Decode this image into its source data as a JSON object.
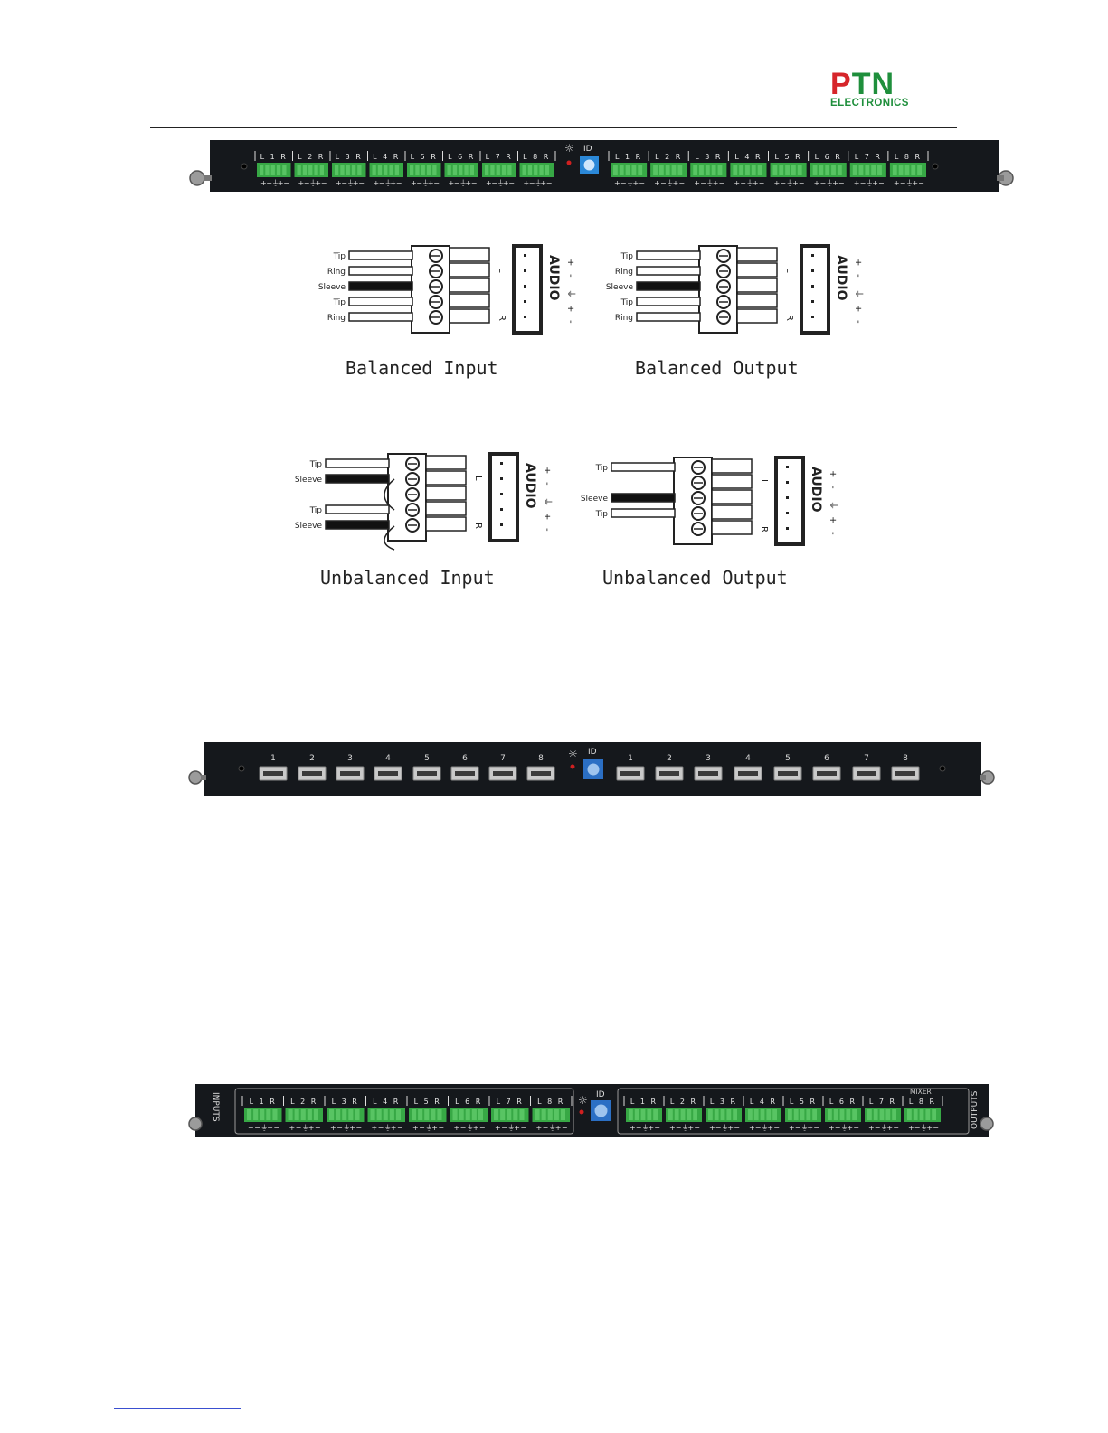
{
  "brand": {
    "logo_main": "PTN",
    "logo_sub": "ELECTRONICS",
    "color_green": "#1f8f3c",
    "color_red": "#d6252a"
  },
  "panel1": {
    "indicator": "ID",
    "channels": [
      "L1R",
      "L2R",
      "L3R",
      "L4R",
      "L5R",
      "L6R",
      "L7R",
      "L8R"
    ]
  },
  "diagrams": {
    "balanced_input": {
      "title": "Balanced Input",
      "wires": [
        "Tip",
        "Ring",
        "Sleeve",
        "Tip",
        "Ring"
      ],
      "side_marks": [
        "L",
        "R"
      ],
      "connector_label": "AUDIO",
      "pin_marks": [
        "+",
        "-",
        "⏚",
        "+",
        "-"
      ]
    },
    "balanced_output": {
      "title": "Balanced Output",
      "wires": [
        "Tip",
        "Ring",
        "Sleeve",
        "Tip",
        "Ring"
      ],
      "side_marks": [
        "L",
        "R"
      ],
      "connector_label": "AUDIO",
      "pin_marks": [
        "+",
        "-",
        "⏚",
        "+",
        "-"
      ]
    },
    "unbalanced_input": {
      "title": "Unbalanced Input",
      "wires": [
        "Tip",
        "Sleeve",
        "Tip",
        "Sleeve"
      ],
      "side_marks": [
        "L",
        "R"
      ],
      "connector_label": "AUDIO",
      "pin_marks": [
        "+",
        "-",
        "⏚",
        "+",
        "-"
      ]
    },
    "unbalanced_output": {
      "title": "Unbalanced Output",
      "wires": [
        "Tip",
        "Sleeve",
        "Tip"
      ],
      "side_marks": [
        "L",
        "R"
      ],
      "connector_label": "AUDIO",
      "pin_marks": [
        "+",
        "-",
        "⏚",
        "+",
        "-"
      ]
    }
  },
  "panel2": {
    "indicator": "ID",
    "port_numbers": [
      "1",
      "2",
      "3",
      "4",
      "5",
      "6",
      "7",
      "8"
    ]
  },
  "panel3": {
    "indicator": "ID",
    "left_side": "INPUTS",
    "right_side": "OUTPUTS",
    "mixer_tag": "MIXER",
    "channels": [
      "L1R",
      "L2R",
      "L3R",
      "L4R",
      "L5R",
      "L6R",
      "L7R",
      "L8R"
    ]
  }
}
